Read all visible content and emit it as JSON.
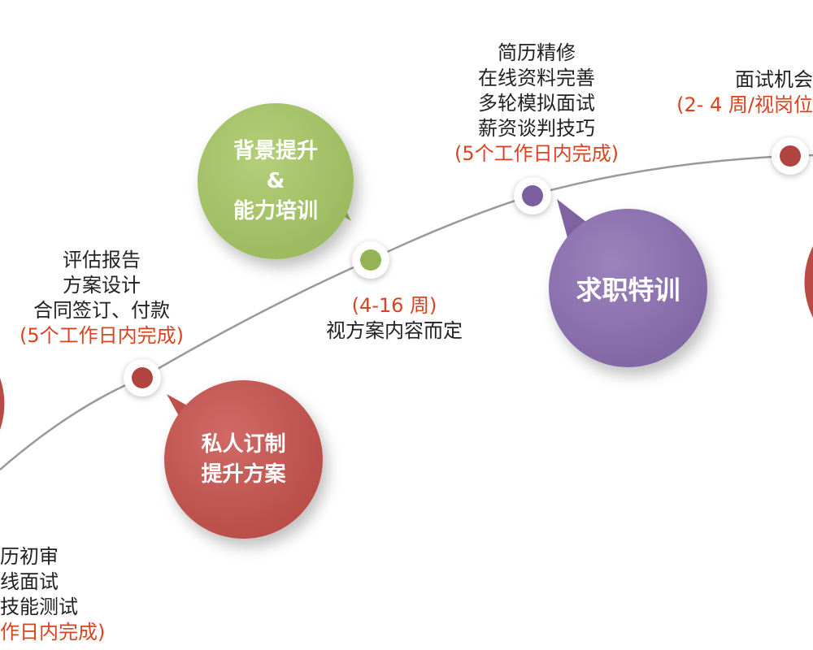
{
  "colors": {
    "red": "#c0504d",
    "green": "#9bbb59",
    "purple": "#8064a2",
    "accent_text": "#d9441f"
  },
  "stage1": {
    "lines": [
      "历初审",
      "线面试",
      "技能测试"
    ],
    "note": "作日内完成)"
  },
  "stage2": {
    "lines": [
      "评估报告",
      "方案设计",
      "合同签订、付款"
    ],
    "note": "(5个工作日内完成)",
    "bubble": [
      "私人订制",
      "提升方案"
    ]
  },
  "stage3": {
    "bubble": [
      "背景提升",
      "&",
      "能力培训"
    ],
    "note": "(4-16 周)",
    "sub": "视方案内容而定"
  },
  "stage4": {
    "lines": [
      "简历精修",
      "在线资料完善",
      "多轮模拟面试",
      "薪资谈判技巧"
    ],
    "note": "(5个工作日内完成)",
    "bubble": [
      "求职特训"
    ]
  },
  "stage5": {
    "lines": [
      "面试机会"
    ],
    "note": "(2- 4 周/视岗位"
  }
}
